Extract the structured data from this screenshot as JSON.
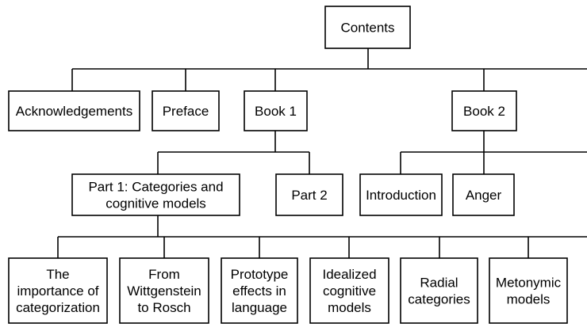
{
  "nodes": {
    "contents": [
      "Contents"
    ],
    "acknowledgements": [
      "Acknowledgements"
    ],
    "preface": [
      "Preface"
    ],
    "book1": [
      "Book 1"
    ],
    "book2": [
      "Book 2"
    ],
    "part1": [
      "Part 1: Categories and",
      "cognitive models"
    ],
    "part2": [
      "Part 2"
    ],
    "introduction": [
      "Introduction"
    ],
    "anger": [
      "Anger"
    ],
    "importance": [
      "The",
      "importance of",
      "categorization"
    ],
    "wittgenstein": [
      "From",
      "Wittgenstein",
      "to Rosch"
    ],
    "prototype": [
      "Prototype",
      "effects in",
      "language"
    ],
    "idealized": [
      "Idealized",
      "cognitive",
      "models"
    ],
    "radial": [
      "Radial",
      "categories"
    ],
    "metonymic": [
      "Metonymic",
      "models"
    ]
  }
}
